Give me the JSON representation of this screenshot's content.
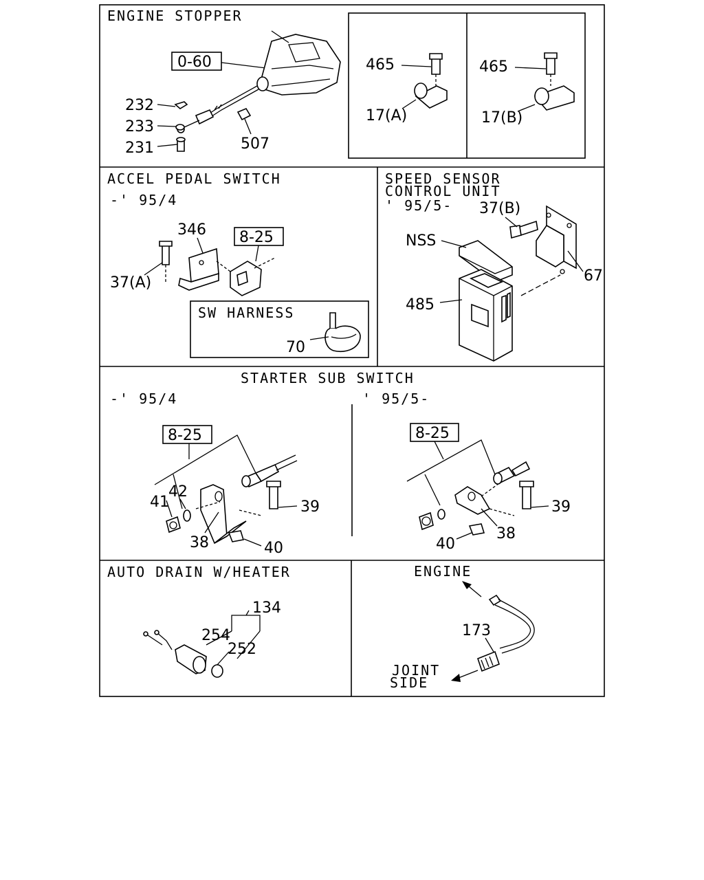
{
  "sections": {
    "engine_stopper": {
      "title": "ENGINE STOPPER",
      "ref": "0-60",
      "parts": [
        "232",
        "233",
        "231",
        "507"
      ],
      "clip_a": {
        "bolt": "465",
        "clip": "17(A)"
      },
      "clip_b": {
        "bolt": "465",
        "clip": "17(B)"
      }
    },
    "accel_pedal_switch": {
      "title": "ACCEL PEDAL SWITCH",
      "period": "-' 95/4",
      "ref": "8-25",
      "parts": [
        "346",
        "37(A)"
      ],
      "harness": {
        "title": "SW HARNESS",
        "part": "70"
      }
    },
    "speed_sensor": {
      "title_line1": "SPEED SENSOR",
      "title_line2": "CONTROL UNIT",
      "period": "' 95/5-",
      "parts": [
        "37(B)",
        "NSS",
        "67",
        "485"
      ]
    },
    "starter_sub_switch": {
      "title": "STARTER SUB SWITCH",
      "left": {
        "period": "-' 95/4",
        "ref": "8-25",
        "parts": [
          "41",
          "42",
          "38",
          "39",
          "40"
        ]
      },
      "right": {
        "period": "' 95/5-",
        "ref": "8-25",
        "parts": [
          "39",
          "40",
          "38"
        ]
      }
    },
    "auto_drain": {
      "title": "AUTO DRAIN W/HEATER",
      "parts": [
        "134",
        "254",
        "252"
      ]
    },
    "engine": {
      "title": "ENGINE",
      "part": "173",
      "joint_line1": "JOINT",
      "joint_line2": "SIDE"
    }
  }
}
